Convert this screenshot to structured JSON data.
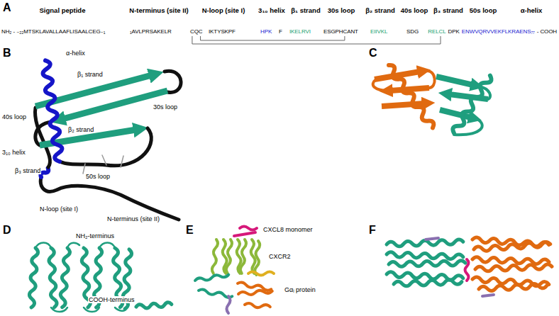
{
  "diagram": {
    "labels": [
      "A",
      "Signal peptide",
      "N-terminus (site II)",
      "N-loop (site I)",
      "3₁₀ helix",
      "β₁ strand",
      "30s loop",
      "β₂ strand",
      "40s loop",
      "β₃ strand",
      "50s loop",
      "α-helix",
      "NH₂ - ₋₂₂MTSKLAVALLAAFLISAALCEG₋₁",
      "₁AVLPRSAKELR",
      "CQC",
      "IKTYSKPF",
      "HPK",
      "F",
      "IKELRVI",
      "ESGPHCANT",
      "EIIVKL",
      "SDG",
      "RELCL",
      "DPK",
      "ENWVQRVVEKFLKRAENS₇₇",
      "- COOH",
      "B",
      "α-helix",
      "β₁ strand",
      "30s loop",
      "40s loop",
      "β₂ strand",
      "3₁₀ helix",
      "β₃ strand",
      "50s loop",
      "N-loop (site I)",
      "N-terminus (site II)",
      "C",
      "D",
      "NH₂-terminus",
      "COOH-terminus",
      "E",
      "CXCL8 monomer",
      "CXCR2",
      "Gαᵢ protein",
      "F"
    ]
  }
}
